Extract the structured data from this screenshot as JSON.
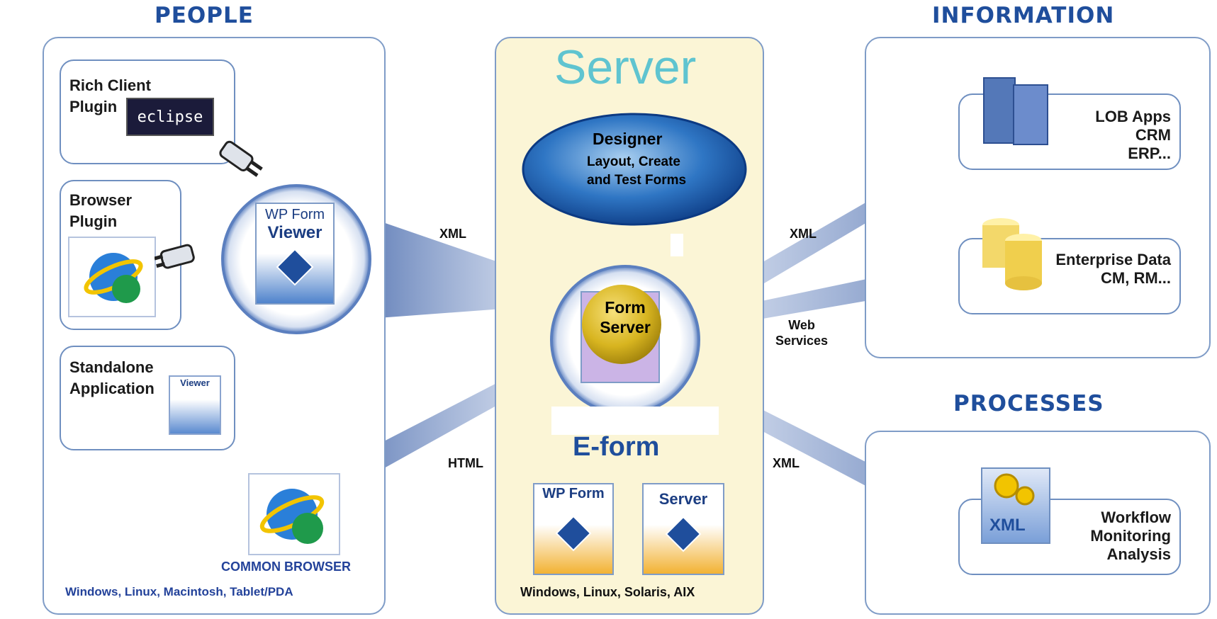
{
  "sections": {
    "people": "PEOPLE",
    "information": "INFORMATION",
    "processes": "PROCESSES"
  },
  "server": {
    "title": "Server",
    "designer_title": "Designer",
    "designer_line1": "Layout, Create",
    "designer_line2": "and Test Forms",
    "form_server_line1": "Form",
    "form_server_line2": "Server",
    "eform_title": "E-form",
    "wp_form_label": "WP Form",
    "server_box_label": "Server",
    "platforms": "Windows, Linux, Solaris, AIX"
  },
  "people": {
    "rich_client_line1": "Rich Client",
    "rich_client_line2": "Plugin",
    "eclipse_logo": "eclipse",
    "browser_line1": "Browser",
    "browser_line2": "Plugin",
    "standalone_line1": "Standalone",
    "standalone_line2": "Application",
    "standalone_icon_label": "Viewer",
    "viewer_line1": "WP Form",
    "viewer_line2": "Viewer",
    "common_browser": "COMMON BROWSER",
    "platforms": "Windows, Linux, Macintosh, Tablet/PDA"
  },
  "connectors": {
    "xml_left": "XML",
    "html_left": "HTML",
    "xml_right_top": "XML",
    "web_services_line1": "Web",
    "web_services_line2": "Services",
    "xml_right_bottom": "XML"
  },
  "information": {
    "lob_line1": "LOB Apps",
    "lob_line2": "CRM",
    "lob_line3": "ERP...",
    "enterprise_line1": "Enterprise Data",
    "enterprise_line2": "CM, RM..."
  },
  "processes": {
    "xml_badge": "XML",
    "workflow_line1": "Workflow",
    "workflow_line2": "Monitoring",
    "workflow_line3": "Analysis"
  },
  "colors": {
    "title_blue": "#1f4e9c",
    "server_cyan": "#5fc4d0",
    "panel_border": "#7f9cc7",
    "center_bg": "#fbf5d6",
    "gold": "#d8b520"
  }
}
